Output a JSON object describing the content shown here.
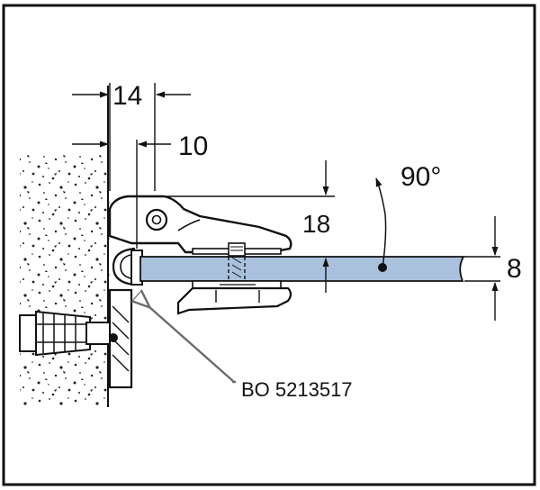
{
  "dimensions": {
    "top_width": "14",
    "offset": "10",
    "height": "18",
    "angle": "90°",
    "glass_thickness": "8"
  },
  "part_reference": "BO 5213517",
  "colors": {
    "glass": "#a9c1dd",
    "outline": "#111111",
    "arrow": "#6b6b6b",
    "background": "#ffffff"
  }
}
